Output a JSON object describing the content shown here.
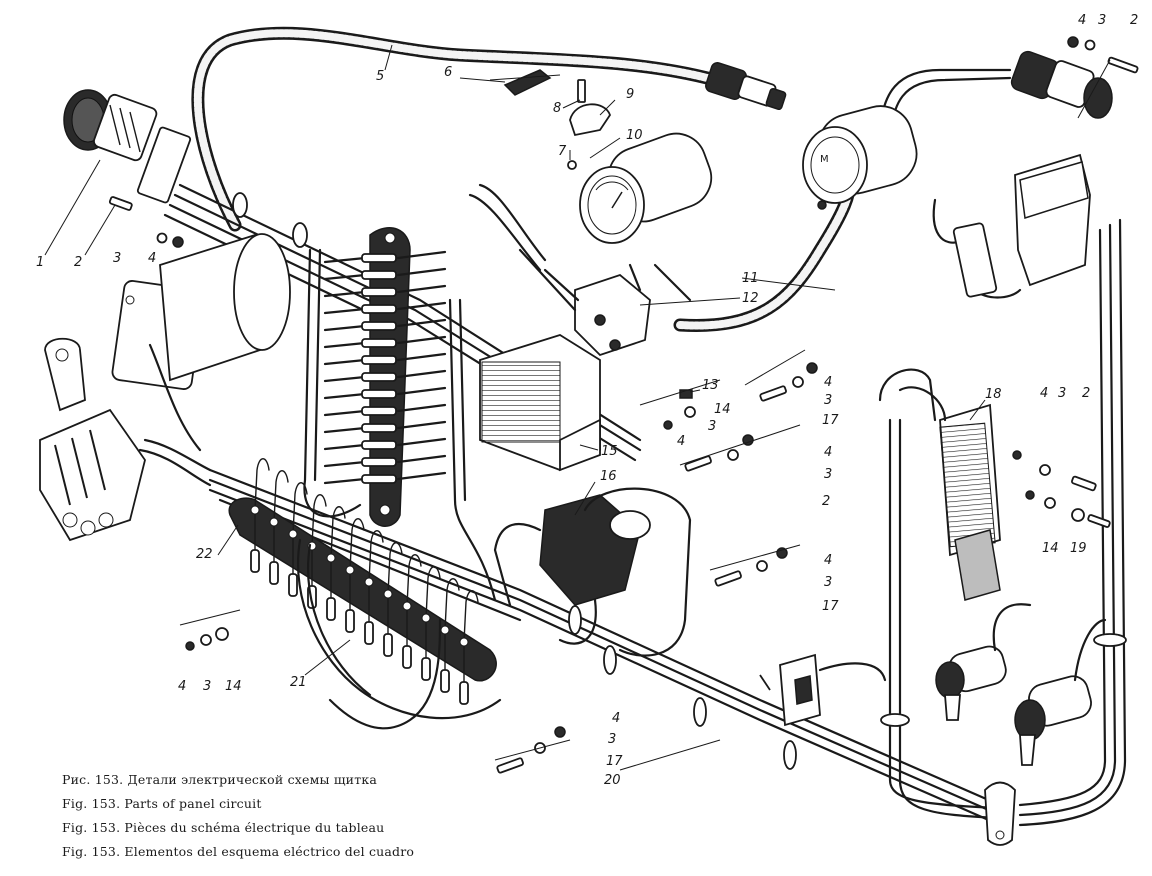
{
  "captions": [
    "Рис. 153. Детали электрической схемы щитка",
    "Fig. 153. Parts of panel circuit",
    "Fig. 153. Pièces du schéma électrique du tableau",
    "Fig. 153. Elementos del esquema eléctrico del cuadro"
  ],
  "callouts": [
    "1",
    "2",
    "3",
    "4",
    "5",
    "6",
    "7",
    "8",
    "9",
    "10",
    "11",
    "12",
    "13",
    "14",
    "15",
    "16",
    "17",
    "18",
    "19",
    "20",
    "21",
    "22"
  ],
  "colors": {
    "ink": "#1a1a1a",
    "paper": "#ffffff"
  }
}
